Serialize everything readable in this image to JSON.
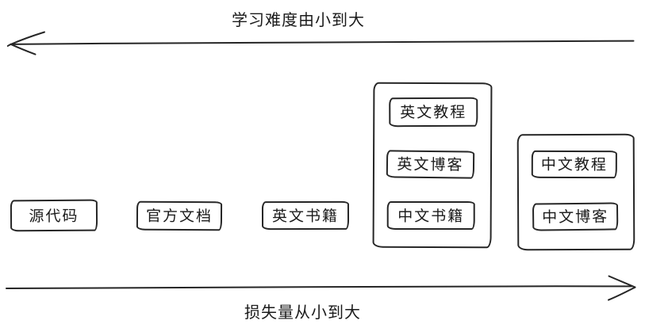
{
  "diagram": {
    "background": "#ffffff",
    "stroke_color": "#262626",
    "text_color": "#1a1a1a",
    "top_axis": {
      "label": "学习难度由小到大",
      "arrow_direction": "left"
    },
    "bottom_axis": {
      "label": "损失量从小到大",
      "arrow_direction": "right"
    },
    "nodes": [
      {
        "label": "源代码"
      },
      {
        "label": "官方文档"
      },
      {
        "label": "英文书籍"
      }
    ],
    "groups": [
      {
        "items": [
          {
            "label": "英文教程"
          },
          {
            "label": "英文博客"
          },
          {
            "label": "中文书籍"
          }
        ]
      },
      {
        "items": [
          {
            "label": "中文教程"
          },
          {
            "label": "中文博客"
          }
        ]
      }
    ]
  }
}
